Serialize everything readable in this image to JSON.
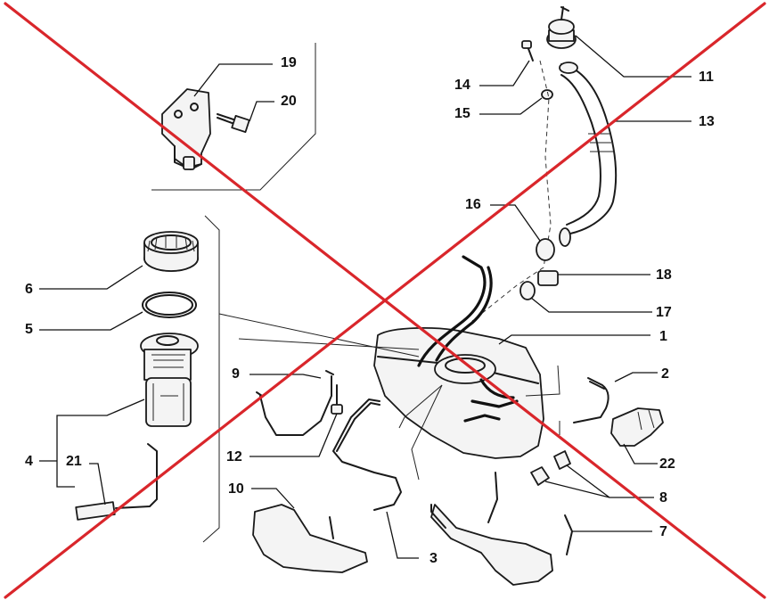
{
  "diagram": {
    "callouts": [
      {
        "id": "c1",
        "text": "1"
      },
      {
        "id": "c2",
        "text": "2"
      },
      {
        "id": "c3",
        "text": "3"
      },
      {
        "id": "c4",
        "text": "4"
      },
      {
        "id": "c5",
        "text": "5"
      },
      {
        "id": "c6",
        "text": "6"
      },
      {
        "id": "c7",
        "text": "7"
      },
      {
        "id": "c8",
        "text": "8"
      },
      {
        "id": "c9",
        "text": "9"
      },
      {
        "id": "c10",
        "text": "10"
      },
      {
        "id": "c11",
        "text": "11"
      },
      {
        "id": "c12",
        "text": "12"
      },
      {
        "id": "c13",
        "text": "13"
      },
      {
        "id": "c14",
        "text": "14"
      },
      {
        "id": "c15",
        "text": "15"
      },
      {
        "id": "c16",
        "text": "16"
      },
      {
        "id": "c17",
        "text": "17"
      },
      {
        "id": "c18",
        "text": "18"
      },
      {
        "id": "c19",
        "text": "19"
      },
      {
        "id": "c20",
        "text": "20"
      },
      {
        "id": "c21",
        "text": "21"
      },
      {
        "id": "c22",
        "text": "22"
      }
    ],
    "overlay_cross_color": "#d9262b",
    "line_color": "#1a1a1a"
  }
}
